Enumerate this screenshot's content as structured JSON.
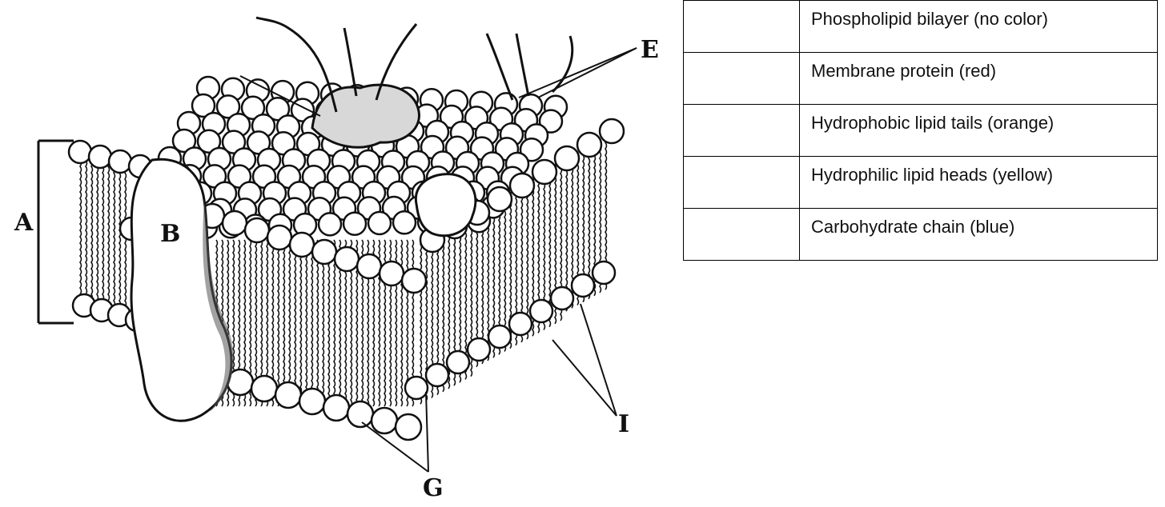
{
  "labels": {
    "A": "A",
    "B": "B",
    "E": "E",
    "G": "G",
    "I": "I"
  },
  "key_table": {
    "rows": [
      {
        "answer": "",
        "description": "Phospholipid bilayer (no color)"
      },
      {
        "answer": "",
        "description": "Membrane protein (red)"
      },
      {
        "answer": "",
        "description": "Hydrophobic lipid tails (orange)"
      },
      {
        "answer": "",
        "description": "Hydrophilic lipid heads (yellow)"
      },
      {
        "answer": "",
        "description": "Carbohydrate chain (blue)"
      }
    ]
  }
}
